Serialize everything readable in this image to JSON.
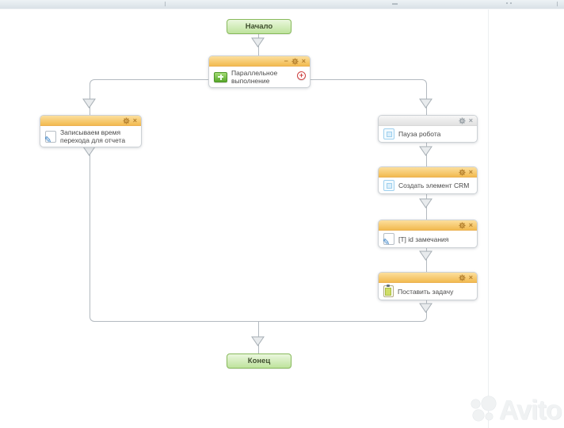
{
  "diagram": {
    "start": {
      "label": "Начало"
    },
    "end": {
      "label": "Конец"
    },
    "nodes": {
      "parallel": {
        "title": "Параллельное выполнение",
        "header_style": "orange",
        "controls": [
          "minimize",
          "settings",
          "close"
        ]
      },
      "write_time": {
        "title": "Записываем время перехода для отчета",
        "header_style": "orange",
        "controls": [
          "settings",
          "close"
        ]
      },
      "pause": {
        "title": "Пауза робота",
        "header_style": "grey",
        "controls": [
          "settings",
          "close"
        ]
      },
      "create_crm": {
        "title": "Создать элемент CRM",
        "header_style": "orange",
        "controls": [
          "settings",
          "close"
        ]
      },
      "t_id": {
        "title": "[T] id замечания",
        "header_style": "orange",
        "controls": [
          "settings",
          "close"
        ]
      },
      "set_task": {
        "title": "Поставить задачу",
        "header_style": "orange",
        "controls": [
          "settings",
          "close"
        ]
      }
    }
  },
  "glyphs": {
    "minimize": "−",
    "close": "×",
    "add": "+",
    "pencil": "✎"
  },
  "watermark": {
    "text": "Avito"
  },
  "colors": {
    "node_header_orange": "#f2ba50",
    "node_header_grey": "#e4e4e4",
    "terminator_green": "#bee39d",
    "terminator_border": "#88ba5c",
    "connector_line": "#b3bac0",
    "arrow_fill": "#e8ebed",
    "add_button_red": "#cf4040",
    "pencil_blue": "#2f7cc4",
    "parallel_icon_green": "#58a82c",
    "pause_icon_blue": "#9fd0ee"
  }
}
